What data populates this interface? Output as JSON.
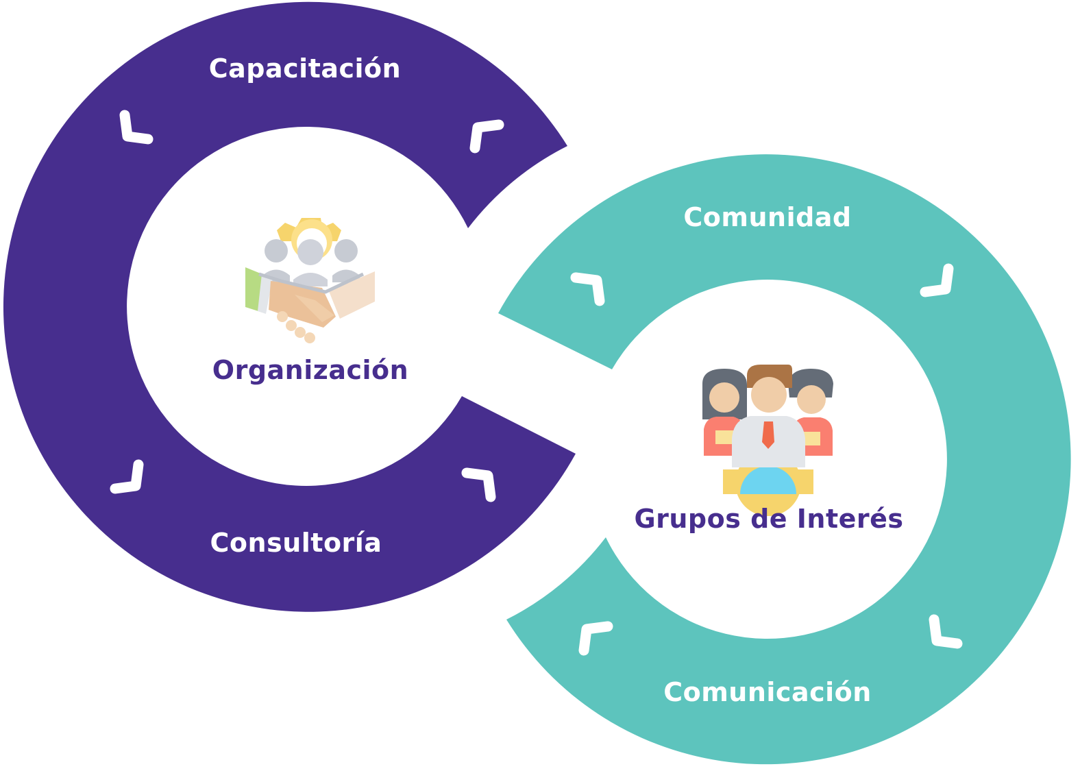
{
  "diagram": {
    "left_ring": {
      "color": "#472E8E",
      "top_label": "Capacitación",
      "bottom_label": "Consultoría",
      "center_label": "Organización",
      "center_icon": "handshake-team-gear-icon"
    },
    "right_ring": {
      "color": "#5DC4BD",
      "top_label": "Comunidad",
      "bottom_label": "Comunicación",
      "center_label": "Grupos de Interés",
      "center_icon": "stakeholder-group-icon"
    },
    "center_label_color": "#472E8E",
    "arrow_color": "#ffffff"
  }
}
